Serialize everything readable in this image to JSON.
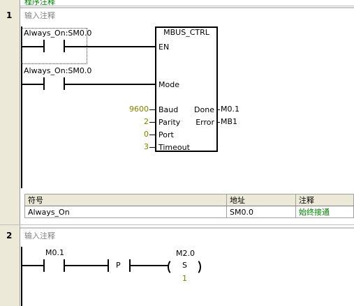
{
  "topbar": {
    "title": "程序注释"
  },
  "network1": {
    "number": "1",
    "comment": "输入注释",
    "contact_en": "Always_On:SM0.0",
    "contact_mode": "Always_On:SM0.0",
    "block": {
      "title": "MBUS_CTRL",
      "pins_left": {
        "en": "EN",
        "mode": "Mode",
        "baud": "Baud",
        "parity": "Parity",
        "port": "Port",
        "timeout": "Timeout"
      },
      "pins_right": {
        "done": "Done",
        "error": "Error"
      },
      "values": {
        "baud": "9600",
        "parity": "2",
        "port": "0",
        "timeout": "3"
      },
      "outputs": {
        "done": "M0.1",
        "error": "MB1"
      }
    },
    "symbol_table": {
      "headers": {
        "symbol": "符号",
        "address": "地址",
        "comment": "注释"
      },
      "rows": [
        {
          "symbol": "Always_On",
          "address": "SM0.0",
          "comment": "始终接通"
        }
      ]
    }
  },
  "network2": {
    "number": "2",
    "comment": "输入注释",
    "contact": "M0.1",
    "edge": "P",
    "coil": {
      "address": "M2.0",
      "type": "S",
      "count": "1"
    }
  }
}
